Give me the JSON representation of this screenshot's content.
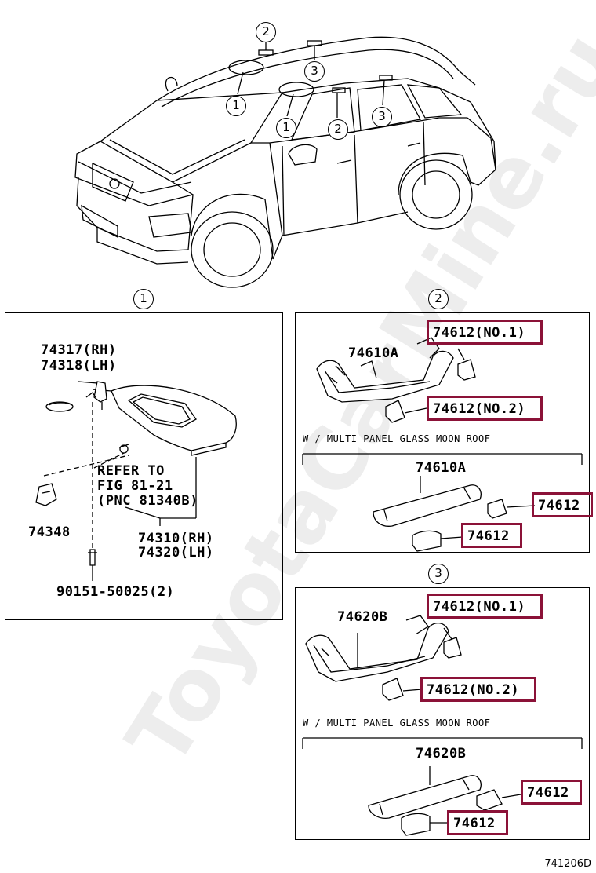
{
  "callouts": {
    "car": [
      "2",
      "3",
      "1",
      "1",
      "2",
      "3"
    ],
    "section1": "1",
    "section2": "2",
    "section3": "3"
  },
  "section1": {
    "rh_lh_mirror": [
      "74317(RH)",
      "74318(LH)"
    ],
    "refer": [
      "REFER TO",
      "FIG 81-21",
      "(PNC 81340B)"
    ],
    "visor": [
      "74310(RH)",
      "74320(LH)"
    ],
    "holder": "74348",
    "screw": "90151-50025(2)"
  },
  "section2": {
    "grip": "74610A",
    "cover_no1": "74612(NO.1)",
    "cover_no2": "74612(NO.2)",
    "moonroof_note": "W / MULTI PANEL GLASS MOON ROOF",
    "grip_moonroof": "74610A",
    "cover_a": "74612",
    "cover_b": "74612"
  },
  "section3": {
    "grip": "74620B",
    "cover_no1": "74612(NO.1)",
    "cover_no2": "74612(NO.2)",
    "moonroof_note": "W / MULTI PANEL GLASS MOON ROOF",
    "grip_moonroof": "74620B",
    "cover_a": "74612",
    "cover_b": "74612"
  },
  "figure_number": "741206D",
  "watermark": "ToyotaCarMine.ru",
  "highlight_color": "#8b1238"
}
